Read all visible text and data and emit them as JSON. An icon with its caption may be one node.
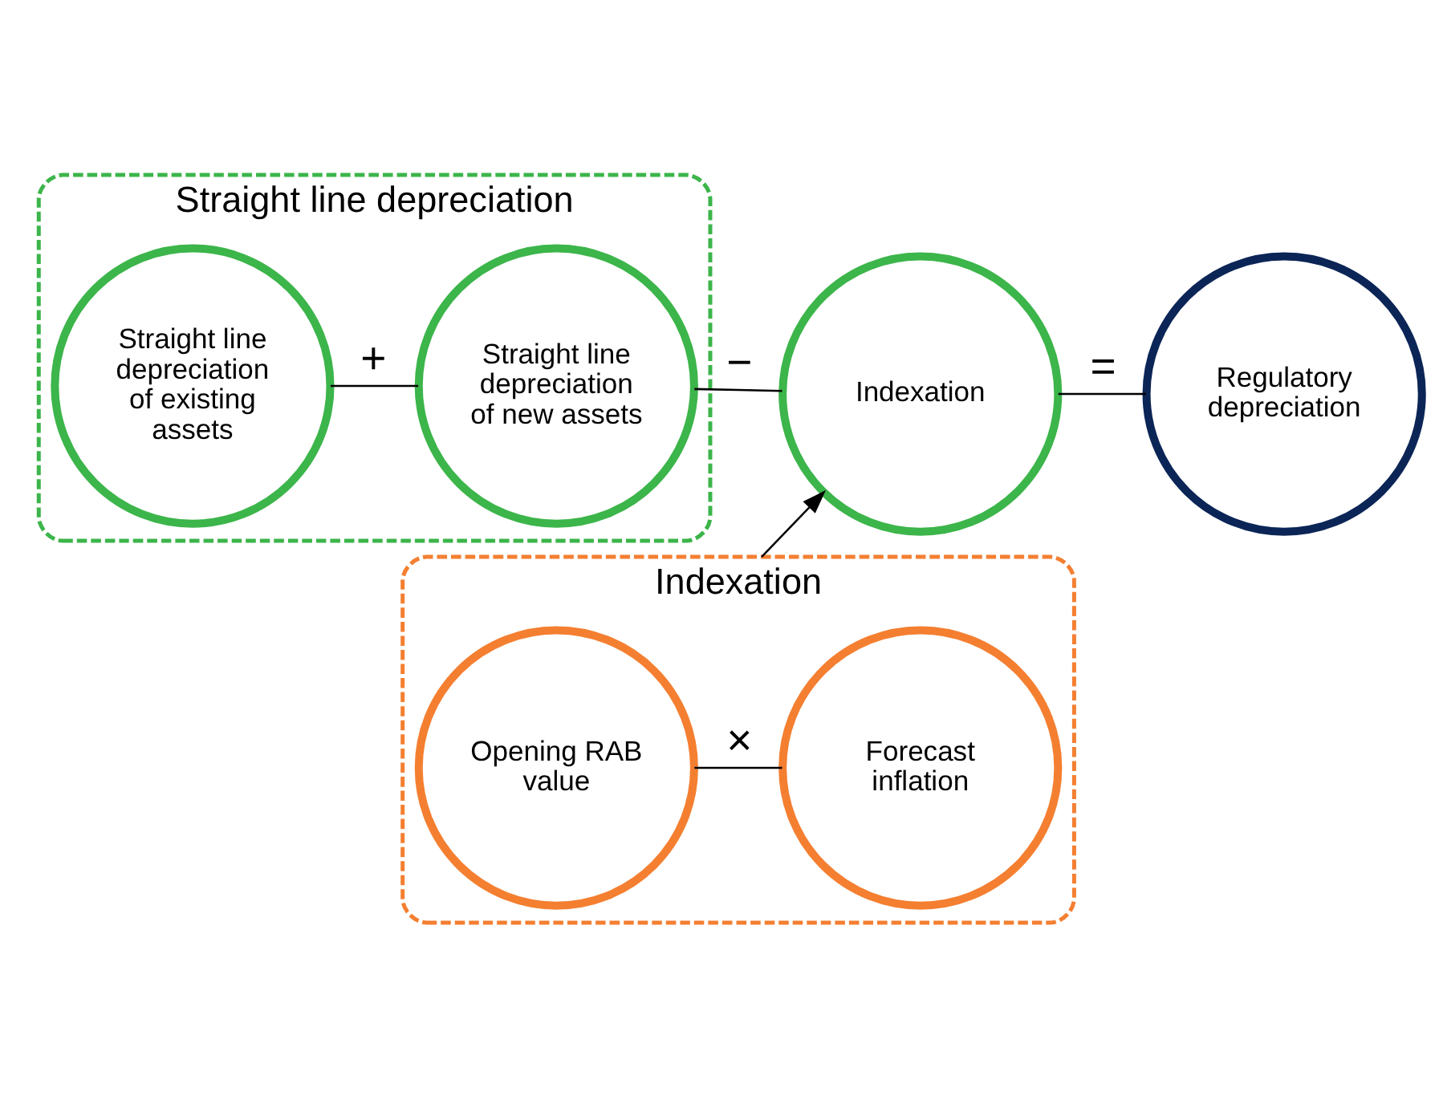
{
  "diagram": {
    "nodes": [
      {
        "text": [
          "Straight line depreciation"
        ]
      },
      {
        "text": [
          "Straight line depreciation of existing assets"
        ],
        "in": 0
      },
      {
        "text": [
          "Straight line depreciation of new assets"
        ],
        "in": 0
      },
      {
        "text": [
          "Indexation"
        ]
      },
      {
        "text": [
          "Regulatory depreciation"
        ]
      },
      {
        "text": [
          "Indexation"
        ]
      },
      {
        "text": [
          "Opening RAB value"
        ],
        "in": 5
      },
      {
        "text": [
          "Forecast inflation"
        ],
        "in": 5
      }
    ],
    "edges": [
      {
        "from": 1,
        "to": 2,
        "arrow": "none",
        "label": "+"
      },
      {
        "from": 2,
        "to": 3,
        "arrow": "none",
        "label": "−"
      },
      {
        "from": 3,
        "to": 4,
        "arrow": "none",
        "label": "="
      },
      {
        "from": 6,
        "to": 7,
        "arrow": "none",
        "label": "×"
      },
      {
        "from": 5,
        "to": 3,
        "arrow": "to"
      }
    ]
  }
}
